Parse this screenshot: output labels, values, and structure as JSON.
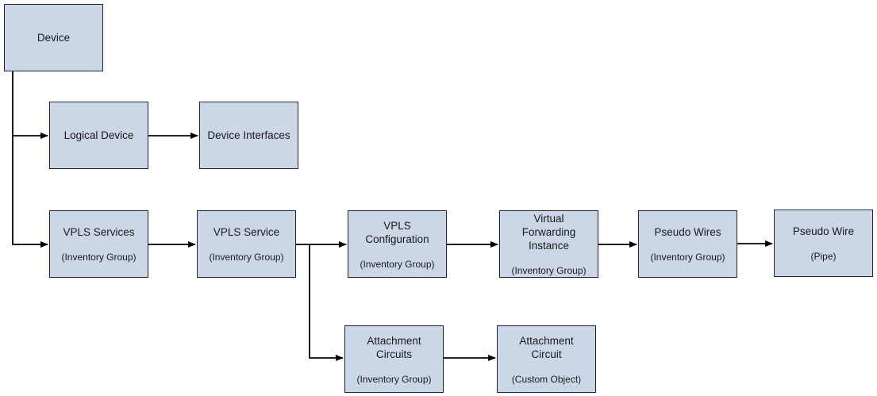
{
  "nodes": {
    "device": {
      "label": "Device"
    },
    "logical_device": {
      "label": "Logical Device"
    },
    "device_interfaces": {
      "label": "Device Interfaces"
    },
    "vpls_services": {
      "label": "VPLS Services",
      "sublabel": "(Inventory Group)"
    },
    "vpls_service": {
      "label": "VPLS Service",
      "sublabel": "(Inventory Group)"
    },
    "vpls_configuration": {
      "label": "VPLS\nConfiguration",
      "sublabel": "(Inventory Group)"
    },
    "virtual_forwarding_instance": {
      "label": "Virtual\nForwarding\nInstance",
      "sublabel": "(Inventory Group)"
    },
    "pseudo_wires": {
      "label": "Pseudo Wires",
      "sublabel": "(Inventory Group)"
    },
    "pseudo_wire": {
      "label": "Pseudo Wire",
      "sublabel": "(Pipe)"
    },
    "attachment_circuits": {
      "label": "Attachment\nCircuits",
      "sublabel": "(Inventory Group)"
    },
    "attachment_circuit": {
      "label": "Attachment\nCircuit",
      "sublabel": "(Custom Object)"
    }
  },
  "edges": [
    {
      "from": "Device",
      "to": "Logical Device"
    },
    {
      "from": "Device",
      "to": "VPLS Services"
    },
    {
      "from": "Logical Device",
      "to": "Device Interfaces"
    },
    {
      "from": "VPLS Services",
      "to": "VPLS Service"
    },
    {
      "from": "VPLS Service",
      "to": "VPLS Configuration"
    },
    {
      "from": "VPLS Service",
      "to": "Attachment Circuits"
    },
    {
      "from": "VPLS Configuration",
      "to": "Virtual Forwarding Instance"
    },
    {
      "from": "Virtual Forwarding Instance",
      "to": "Pseudo Wires"
    },
    {
      "from": "Pseudo Wires",
      "to": "Pseudo Wire"
    },
    {
      "from": "Attachment Circuits",
      "to": "Attachment Circuit"
    }
  ],
  "colors": {
    "background": "#ffffff",
    "node_fill": "#cbd7e6",
    "node_border": "#20262b",
    "connector": "#000000",
    "text": "#1a1a1a"
  }
}
